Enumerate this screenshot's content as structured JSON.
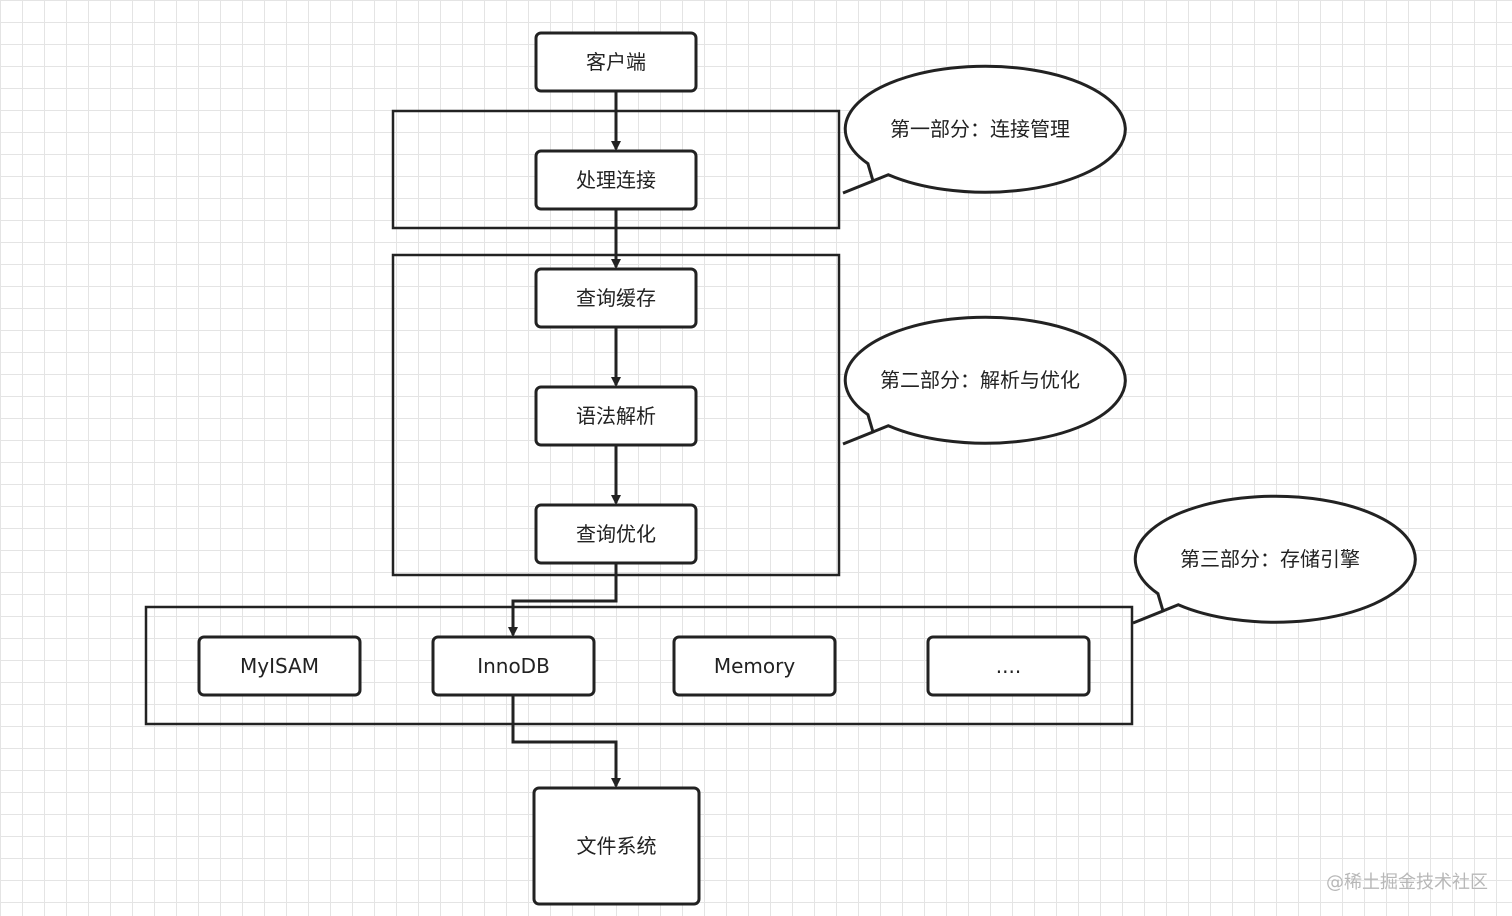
{
  "diagram": {
    "nodes": {
      "client": "客户端",
      "connection_handling": "处理连接",
      "query_cache": "查询缓存",
      "syntax_parsing": "语法解析",
      "query_optimization": "查询优化",
      "engine_myisam": "MyISAM",
      "engine_innodb": "InnoDB",
      "engine_memory": "Memory",
      "engine_more": "....",
      "file_system": "文件系统"
    },
    "callouts": {
      "part_one": "第一部分：连接管理",
      "part_two": "第二部分：解析与优化",
      "part_three": "第三部分：存储引擎"
    },
    "edges": [
      {
        "from": "client",
        "to": "connection_handling"
      },
      {
        "from": "connection_handling",
        "to": "query_cache"
      },
      {
        "from": "query_cache",
        "to": "syntax_parsing"
      },
      {
        "from": "syntax_parsing",
        "to": "query_optimization"
      },
      {
        "from": "query_optimization",
        "to": "engine_innodb"
      },
      {
        "from": "engine_innodb",
        "to": "file_system"
      }
    ]
  },
  "watermark": "@稀土掘金技术社区",
  "colors": {
    "stroke": "#222222",
    "grid": "#e4e4e4",
    "background": "#ffffff",
    "watermark": "#b8b8b8"
  }
}
